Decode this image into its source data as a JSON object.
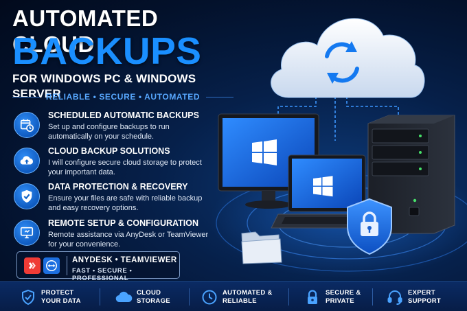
{
  "headline": {
    "line1": "AUTOMATED CLOUD",
    "line2": "BACKUPS",
    "subtitle": "FOR WINDOWS PC & WINDOWS SERVER",
    "tagline": "RELIABLE • SECURE • AUTOMATED"
  },
  "features": [
    {
      "title": "SCHEDULED AUTOMATIC BACKUPS",
      "desc": "Set up and configure backups to run automatically on your schedule.",
      "icon": "calendar-clock-icon"
    },
    {
      "title": "CLOUD BACKUP SOLUTIONS",
      "desc": "I will configure secure cloud storage to protect your important data.",
      "icon": "cloud-upload-icon"
    },
    {
      "title": "DATA PROTECTION & RECOVERY",
      "desc": "Ensure your files are safe with reliable backup and easy recovery options.",
      "icon": "shield-check-icon"
    },
    {
      "title": "REMOTE SETUP & CONFIGURATION",
      "desc": "Remote assistance via AnyDesk or TeamViewer for your convenience.",
      "icon": "monitor-icon"
    }
  ],
  "tools": {
    "name": "ANYDESK • TEAMVIEWER",
    "tagline": "FAST • SECURE • PROFESSIONAL"
  },
  "bottom": [
    {
      "line1": "PROTECT",
      "line2": "YOUR DATA",
      "icon": "shield-check-icon"
    },
    {
      "line1": "CLOUD",
      "line2": "STORAGE",
      "icon": "cloud-icon"
    },
    {
      "line1": "AUTOMATED &",
      "line2": "RELIABLE",
      "icon": "clock-icon"
    },
    {
      "line1": "SECURE &",
      "line2": "PRIVATE",
      "icon": "lock-icon"
    },
    {
      "line1": "EXPERT",
      "line2": "SUPPORT",
      "icon": "headset-icon"
    }
  ],
  "colors": {
    "accent": "#1a8fff",
    "background": "#03112b",
    "tagline": "#58a8ff",
    "anydesk": "#ef3b36",
    "teamviewer": "#1d6fe0"
  }
}
